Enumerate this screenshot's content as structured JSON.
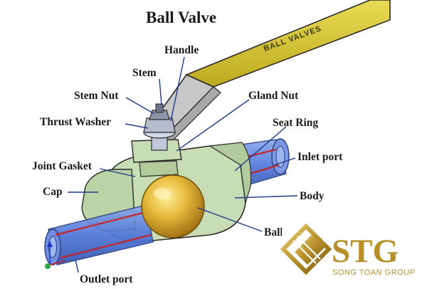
{
  "title": "Ball Valve",
  "handle_text": "BALL VALVES",
  "labels": {
    "handle": "Handle",
    "stem": "Stem",
    "stem_nut": "Stem Nut",
    "gland_nut": "Gland Nut",
    "thrust_washer": "Thrust Washer",
    "seat_ring": "Seat Ring",
    "joint_gasket": "Joint Gasket",
    "inlet_port": "Inlet port",
    "cap": "Cap",
    "body": "Body",
    "ball": "Ball",
    "outlet_port": "Outlet port"
  },
  "watermark": {
    "name": "STG",
    "subtitle": "SONG TOAN GROUP"
  },
  "colors": {
    "handle": "#d8c832",
    "body_green": "#c9ddb4",
    "pipe_blue": "#4f76d8",
    "ball_gold": "#d9a520",
    "leader_line": "#1e3b8c",
    "brand_gold": "#b8902a"
  }
}
